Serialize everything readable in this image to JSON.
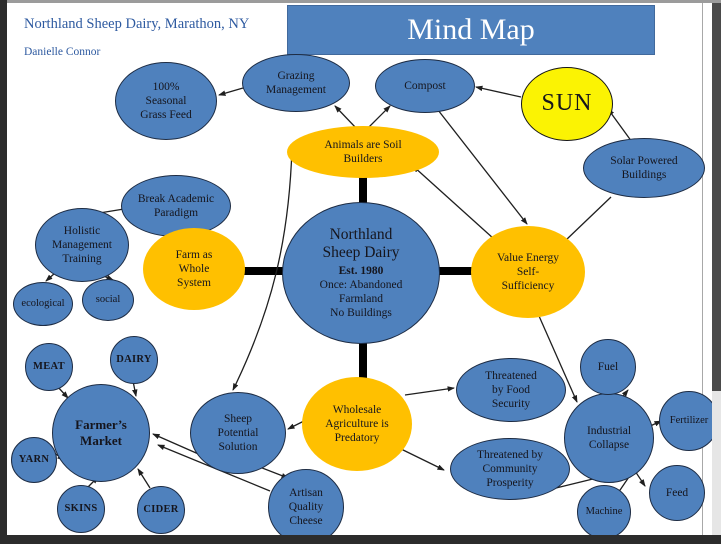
{
  "header": {
    "title": "Northland Sheep Dairy, Marathon, NY",
    "author": "Danielle Connor"
  },
  "banner": {
    "title": "Mind Map"
  },
  "colors": {
    "node_blue": "#4f81bd",
    "node_gold": "#ffc000",
    "sun_yellow": "#fbf303",
    "banner_blue": "#4f81bd",
    "header_text": "#2e5aa0",
    "connector": "#1f1f1f"
  },
  "nodes": {
    "grass_feed": {
      "label": "100%\nSeasonal\nGrass Feed"
    },
    "grazing": {
      "label": "Grazing\nManagement"
    },
    "compost": {
      "label": "Compost"
    },
    "sun": {
      "label": "SUN"
    },
    "solar": {
      "label": "Solar Powered\nBuildings"
    },
    "animals": {
      "label": "Animals are Soil\nBuilders"
    },
    "central": {
      "title": "Northland\nSheep Dairy",
      "est": "Est. 1980",
      "detail": "Once: Abandoned\nFarmland\nNo Buildings"
    },
    "value_energy": {
      "label": "Value Energy\nSelf-\nSufficiency"
    },
    "break_academic": {
      "label": "Break Academic\nParadigm"
    },
    "holistic": {
      "label": "Holistic\nManagement\nTraining"
    },
    "ecological": {
      "label": "ecological"
    },
    "social": {
      "label": "social"
    },
    "farm_whole": {
      "label": "Farm as\nWhole\nSystem"
    },
    "meat": {
      "label": "MEAT"
    },
    "dairy": {
      "label": "DAIRY"
    },
    "farmers": {
      "label": "Farmer’s\nMarket"
    },
    "yarn": {
      "label": "YARN"
    },
    "skins": {
      "label": "SKINS"
    },
    "cider": {
      "label": "CIDER"
    },
    "sheep_potential": {
      "label": "Sheep\nPotential\nSolution"
    },
    "wholesale": {
      "label": "Wholesale\nAgriculture is\nPredatory"
    },
    "artisan": {
      "label": "Artisan\nQuality\nCheese"
    },
    "threat_food": {
      "label": "Threatened\nby Food\nSecurity"
    },
    "threat_community": {
      "label": "Threatened by\nCommunity\nProsperity"
    },
    "industrial": {
      "label": "Industrial\nCollapse"
    },
    "fuel": {
      "label": "Fuel"
    },
    "fertilizer": {
      "label": "Fertilizer"
    },
    "feed": {
      "label": "Feed"
    },
    "machine": {
      "label": "Machine"
    }
  }
}
